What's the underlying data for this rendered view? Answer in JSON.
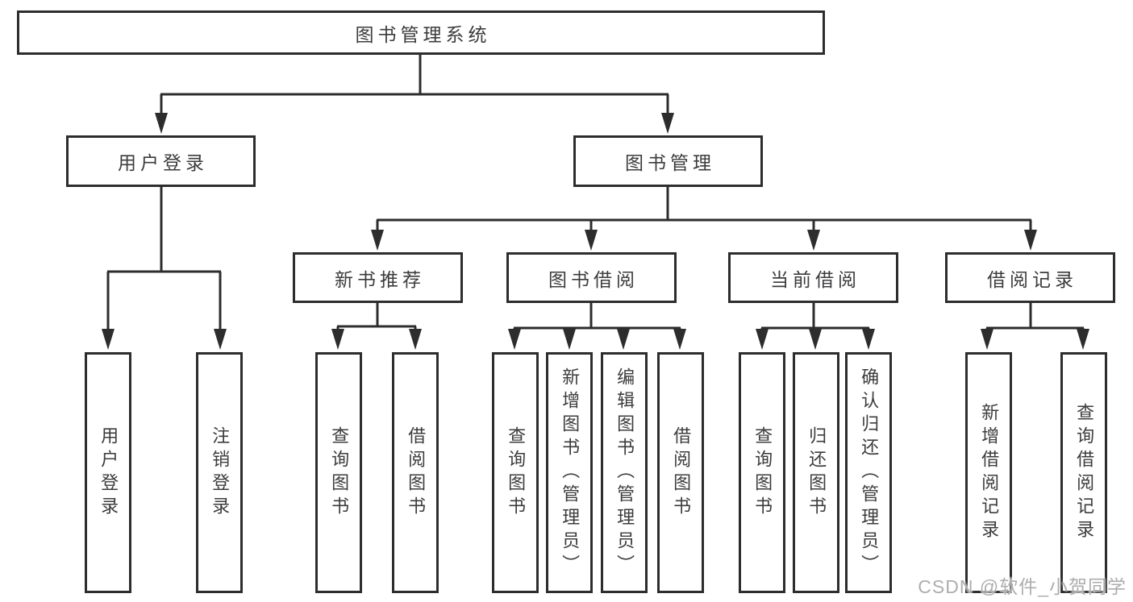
{
  "diagram": {
    "root": "图书管理系统",
    "branches": [
      {
        "label": "用户登录",
        "children": [
          "用户登录",
          "注销登录"
        ]
      },
      {
        "label": "图书管理",
        "sections": [
          {
            "label": "新书推荐",
            "children": [
              "查询图书",
              "借阅图书"
            ]
          },
          {
            "label": "图书借阅",
            "children": [
              "查询图书",
              "新增图书（管理员）",
              "编辑图书（管理员）",
              "借阅图书"
            ]
          },
          {
            "label": "当前借阅",
            "children": [
              "查询图书",
              "归还图书",
              "确认归还（管理员）"
            ]
          },
          {
            "label": "借阅记录",
            "children": [
              "新增借阅记录",
              "查询借阅记录"
            ]
          }
        ]
      }
    ]
  },
  "watermark": {
    "text": "CSDN @软件_小贺同学"
  },
  "colors": {
    "line": "#2d2d2d",
    "text": "#3c3c3e",
    "watermark": "#adadad",
    "background": "#ffffff"
  }
}
